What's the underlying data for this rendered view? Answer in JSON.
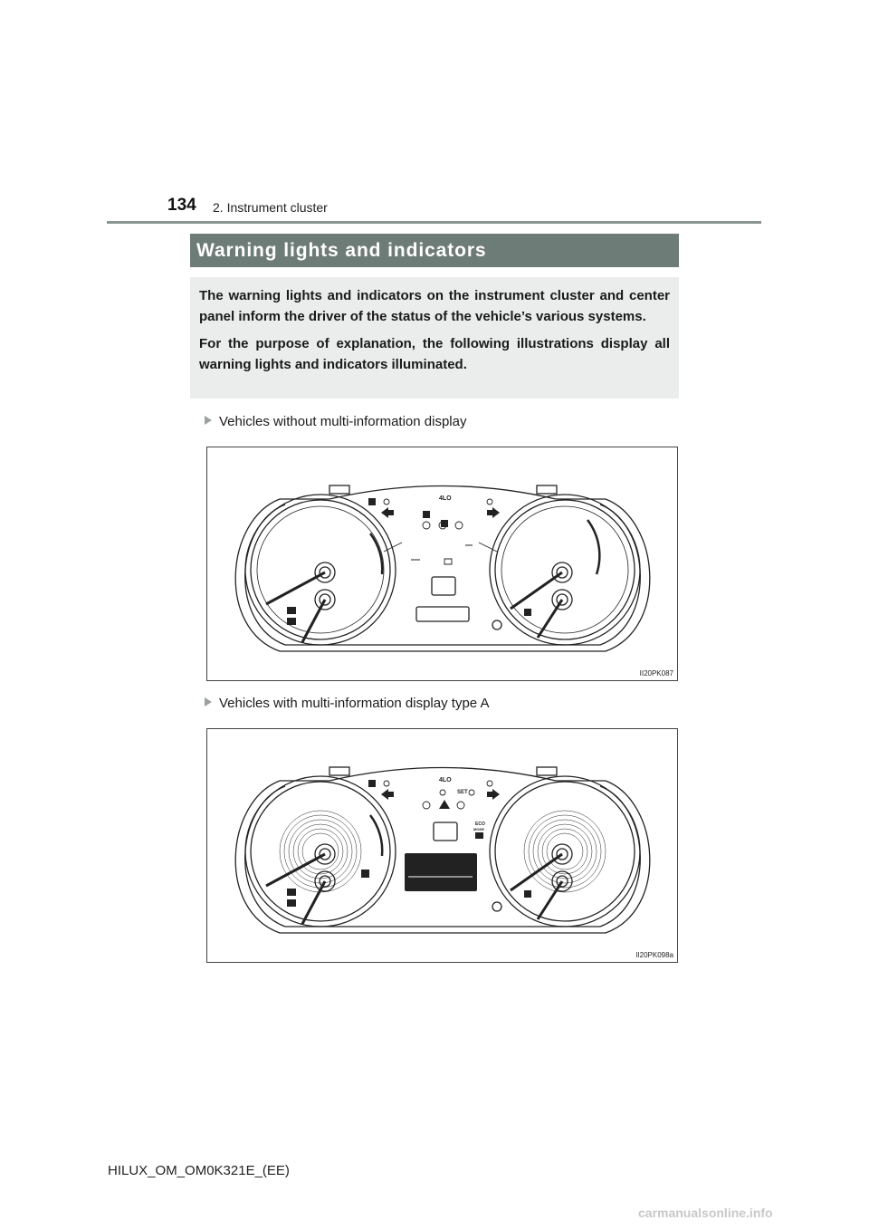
{
  "header": {
    "page_number": "134",
    "section": "2. Instrument cluster"
  },
  "title": "Warning lights and indicators",
  "intro": {
    "paragraph1": "The warning lights and indicators on the instrument cluster and center panel inform the driver of the status of the vehicle’s various systems.",
    "paragraph2": "For the purpose of explanation, the following illustrations display all warning lights and indicators illuminated."
  },
  "figures": [
    {
      "caption": "Vehicles without multi-information display",
      "code": "II20PK087",
      "labels": {
        "four_lo": "4LO",
        "set": ""
      }
    },
    {
      "caption": "Vehicles with multi-information display type A",
      "code": "II20PK098a",
      "labels": {
        "four_lo": "4LO",
        "set": "SET",
        "eco": "ECO",
        "mode": "MODE"
      }
    }
  ],
  "footer": "HILUX_OM_OM0K321E_(EE)",
  "watermark": "carmanualsonline.info",
  "colors": {
    "title_band": "#6e7c77",
    "intro_bg": "#ebecec",
    "rule": "#8a9591",
    "bullet": "#9aa29f"
  },
  "icons": [
    "bullet-triangle-icon",
    "instrument-cluster-illustration",
    "turn-left-arrow-icon",
    "turn-right-arrow-icon",
    "warning-triangle-icon"
  ]
}
